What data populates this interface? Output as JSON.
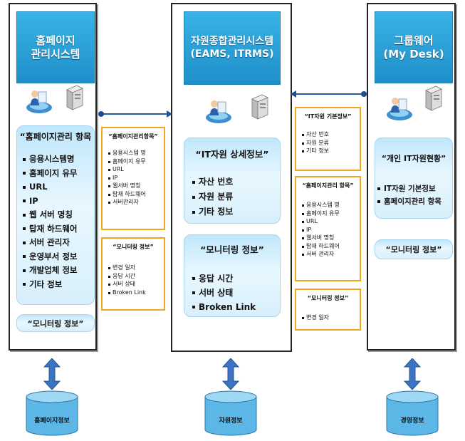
{
  "left": {
    "header": [
      "홈페이지",
      "관리시스템"
    ],
    "main_title": "“홈페이지관리 항목",
    "items": [
      "응용시스템명",
      "홈페이지 유무",
      "URL",
      "IP",
      "웹 서버 명칭",
      "탑재 하드웨어",
      "서버 관리자",
      "운영부서 정보",
      "개발업체 정보",
      "기타 정보"
    ],
    "monitor": "“모니터링 정보”",
    "db": "홈페이지정보"
  },
  "note1": {
    "title": "“홈페이지관리항목”",
    "items": [
      "응용시스템 명",
      "홈페이지 유무",
      "URL",
      "IP",
      "웹서버 명칭",
      "탑재 하드웨어",
      "서버관리자"
    ]
  },
  "note2": {
    "title": "“모니터링 정보”",
    "items": [
      "변경 일자",
      "응답 시간",
      "서버 상태",
      "Broken Link"
    ]
  },
  "center": {
    "header": [
      "자원종합관리시스템",
      "(EAMS, ITRMS)"
    ],
    "detail_title": "“IT자원 상세정보”",
    "detail_items": [
      "자산 번호",
      "자원 분류",
      "기타 정보"
    ],
    "monitor_title": "“모니터링 정보”",
    "monitor_items": [
      "응답 시간",
      "서버 상태",
      "Broken Link"
    ],
    "db": "자원정보"
  },
  "note3": {
    "title": "“IT자원 기본정보”",
    "items": [
      "자산 번호",
      "자원 분류",
      "기타 정보"
    ]
  },
  "note4": {
    "title": "“홈페이지관리 항목”",
    "items": [
      "응용시스템 명",
      "홈페이지 유무",
      "URL",
      "IP",
      "웹서버 명칭",
      "탑재 하드웨어",
      "서버 관리자"
    ]
  },
  "note5": {
    "title": "“모니터링 정보”",
    "items": [
      "변경 일자"
    ]
  },
  "right": {
    "header": [
      "그룹웨어",
      "(My Desk)"
    ],
    "main_title": "“개인 IT자원현황”",
    "items": [
      "IT자원 기본정보",
      "홈페이지관리 항목"
    ],
    "monitor": "“모니터링 정보”",
    "db": "경영정보"
  }
}
